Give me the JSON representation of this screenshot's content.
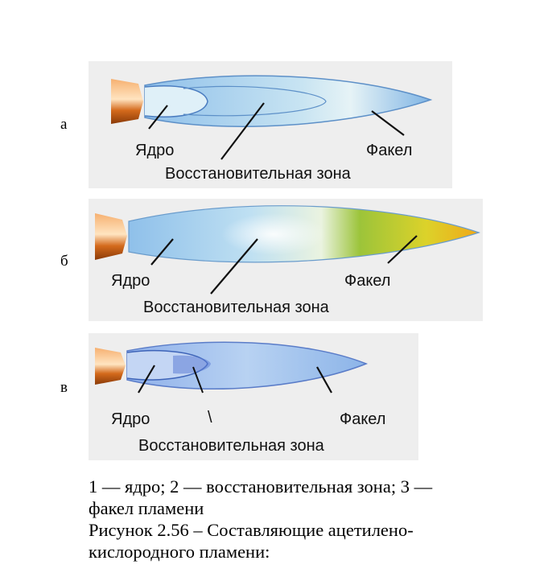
{
  "panels": [
    {
      "letter": "а",
      "label_core": "Ядро",
      "label_torch": "Факел",
      "label_zone": "Восстановительная зона"
    },
    {
      "letter": "б",
      "label_core": "Ядро",
      "label_torch": "Факел",
      "label_zone": "Восстановительная зона"
    },
    {
      "letter": "в",
      "label_core": "Ядро",
      "label_torch": "Факел",
      "label_zone": "Восстановительная зона",
      "mark": "\\"
    }
  ],
  "caption": {
    "line1": "1 — ядро; 2 — восстановительная зона; 3 —",
    "line2": "факел пламени",
    "line3": "Рисунок 2.56 –  Составляющие ацетилено-",
    "line4": "кислородного пламени:"
  },
  "colors": {
    "flame_blue": "#7fb4e4",
    "flame_light": "#d6ecf4",
    "flame_yellow": "#e8d320",
    "nozzle_copper": "#d46a1c",
    "panel_bg": "#eeeeee"
  }
}
